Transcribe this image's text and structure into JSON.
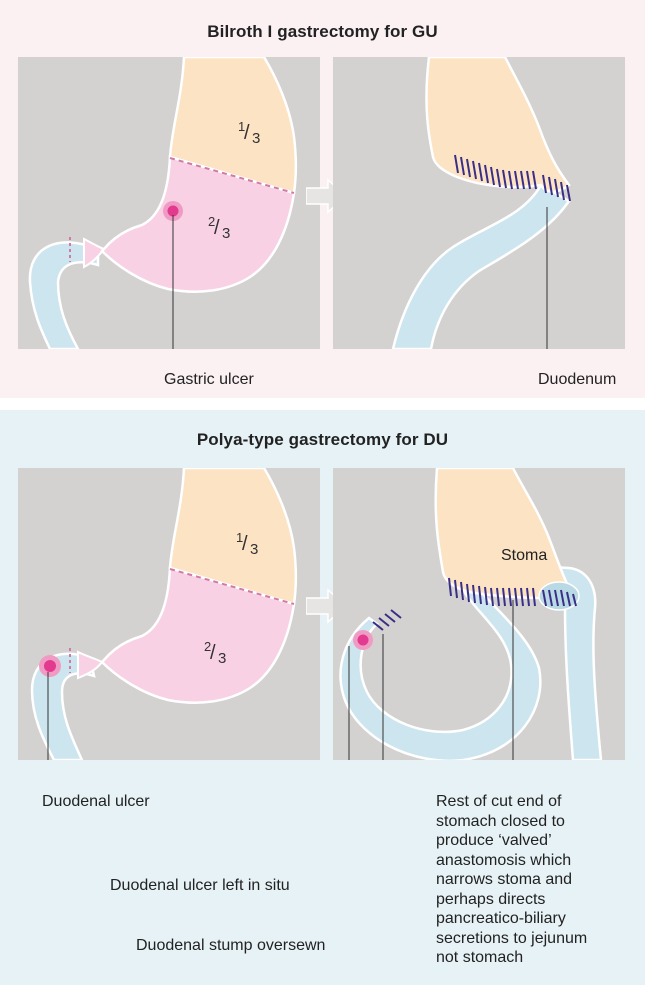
{
  "bilroth": {
    "title": "Bilroth I gastrectomy for GU",
    "one_third_num": "1",
    "one_third_den": "3",
    "two_thirds_num": "2",
    "two_thirds_den": "3",
    "gastric_ulcer": "Gastric ulcer",
    "duodenum": "Duodenum"
  },
  "polya": {
    "title": "Polya-type gastrectomy for DU",
    "one_third_num": "1",
    "one_third_den": "3",
    "two_thirds_num": "2",
    "two_thirds_den": "3",
    "stoma": "Stoma",
    "duodenal_ulcer": "Duodenal ulcer",
    "duodenal_ulcer_in_situ": "Duodenal ulcer left in situ",
    "duodenal_stump": "Duodenal stump oversewn",
    "rest_note": [
      "Rest of cut end of",
      "stomach closed to",
      "produce ‘valved’",
      "anastomosis which",
      "narrows stoma and",
      "perhaps directs",
      "pancreatico-biliary",
      "secretions to jejunum",
      "not stomach"
    ]
  },
  "colors": {
    "panel_bg": "#d3d2d1",
    "upper_stomach": "#fbe3c4",
    "lower_stomach": "#f8d2e4",
    "duodenum": "#cde5ee",
    "ulcer": "#e23a8e",
    "suture": "#3a2f86",
    "cut_line": "#d27aa7"
  }
}
